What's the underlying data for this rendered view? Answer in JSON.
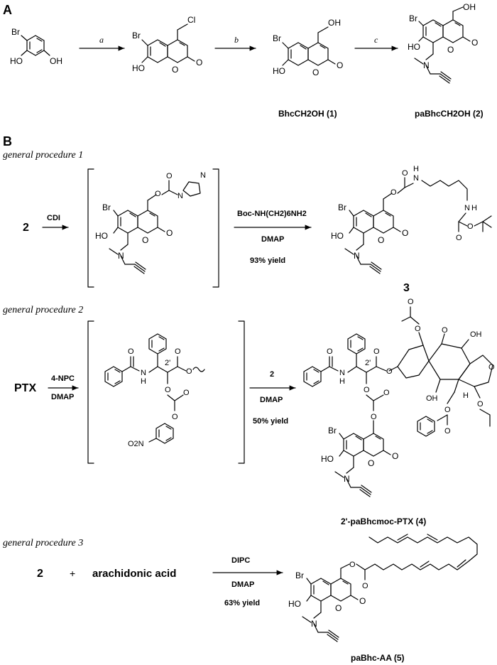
{
  "panels": {
    "a": "A",
    "b": "B"
  },
  "atoms": {
    "br": "Br",
    "ho": "HO",
    "oh": "OH",
    "o": "O",
    "cl": "Cl",
    "n": "N",
    "h": "H",
    "no2": "O2N"
  },
  "scheme_a": {
    "step_a": "a",
    "step_b": "b",
    "step_c": "c",
    "label_1": "BhcCH2OH (1)",
    "label_2": "paBhcCH2OH (2)"
  },
  "procedures": [
    {
      "title": "general procedure 1",
      "reagent_1": "CDI",
      "reagent_2": "Boc-NH(CH2)6NH2",
      "reagent_3": "DMAP",
      "yield": "93% yield",
      "product": "3"
    },
    {
      "title": "general procedure 2",
      "start": "PTX",
      "reagent_1": "4-NPC",
      "reagent_1b": "DMAP",
      "reagent_2": "2",
      "reagent_3": "DMAP",
      "yield": "50% yield",
      "product": "2'-paBhcmoc-PTX (4)",
      "stereo": "2'"
    },
    {
      "title": "general procedure 3",
      "plus": "+",
      "acid": "arachidonic acid",
      "reagent_1": "DIPC",
      "reagent_2": "DMAP",
      "yield": "63% yield",
      "product": "paBhc-AA (5)"
    }
  ],
  "start_2": "2"
}
